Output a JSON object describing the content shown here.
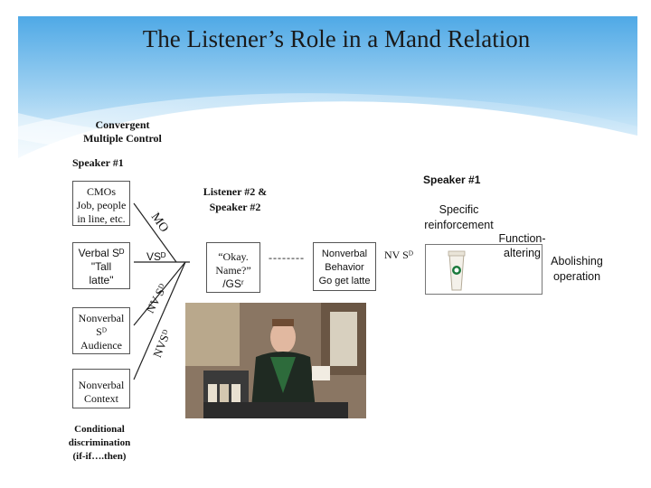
{
  "title": "The Listener’s Role in a Mand Relation",
  "left": {
    "convergent": "Convergent",
    "multiple_control": "Multiple Control",
    "speaker1": "Speaker #1",
    "cmos_box": [
      "CMOs",
      "Job, people",
      "in line, etc."
    ],
    "verbal_sd_box": [
      "Verbal Sᴰ",
      "\"Tall",
      "latte\""
    ],
    "nonverbal_sd_box": [
      "Nonverbal",
      "Sᴰ",
      "Audience"
    ],
    "nonverbal_context_box": [
      "Nonverbal",
      "Context"
    ],
    "conditional": [
      "Conditional",
      "discrimination",
      "(if-if….then)"
    ]
  },
  "arrows": {
    "mo": "MO",
    "vsd": "VSᴰ",
    "nvsd_top": "NV Sᴰ",
    "nvsd_bottom": "NVSᴰ"
  },
  "listener": [
    "Listener #2 &",
    "Speaker #2"
  ],
  "okay_box": [
    "“Okay.",
    "Name?”",
    "/GSʳ"
  ],
  "dashes": "--------",
  "right": {
    "speaker1": "Speaker #1",
    "specific": [
      "Specific",
      "reinforcement"
    ],
    "nonverbal_behavior_box": [
      "Nonverbal",
      "Behavior",
      "Go get latte"
    ],
    "nv_sd": "NV Sᴰ",
    "function_altering": [
      "Function-",
      "altering"
    ],
    "abolishing": [
      "Abolishing",
      "operation"
    ]
  },
  "colors": {
    "sky_top": "#2e8fd6",
    "sky_light": "#d6ecf9",
    "border": "#555555"
  }
}
